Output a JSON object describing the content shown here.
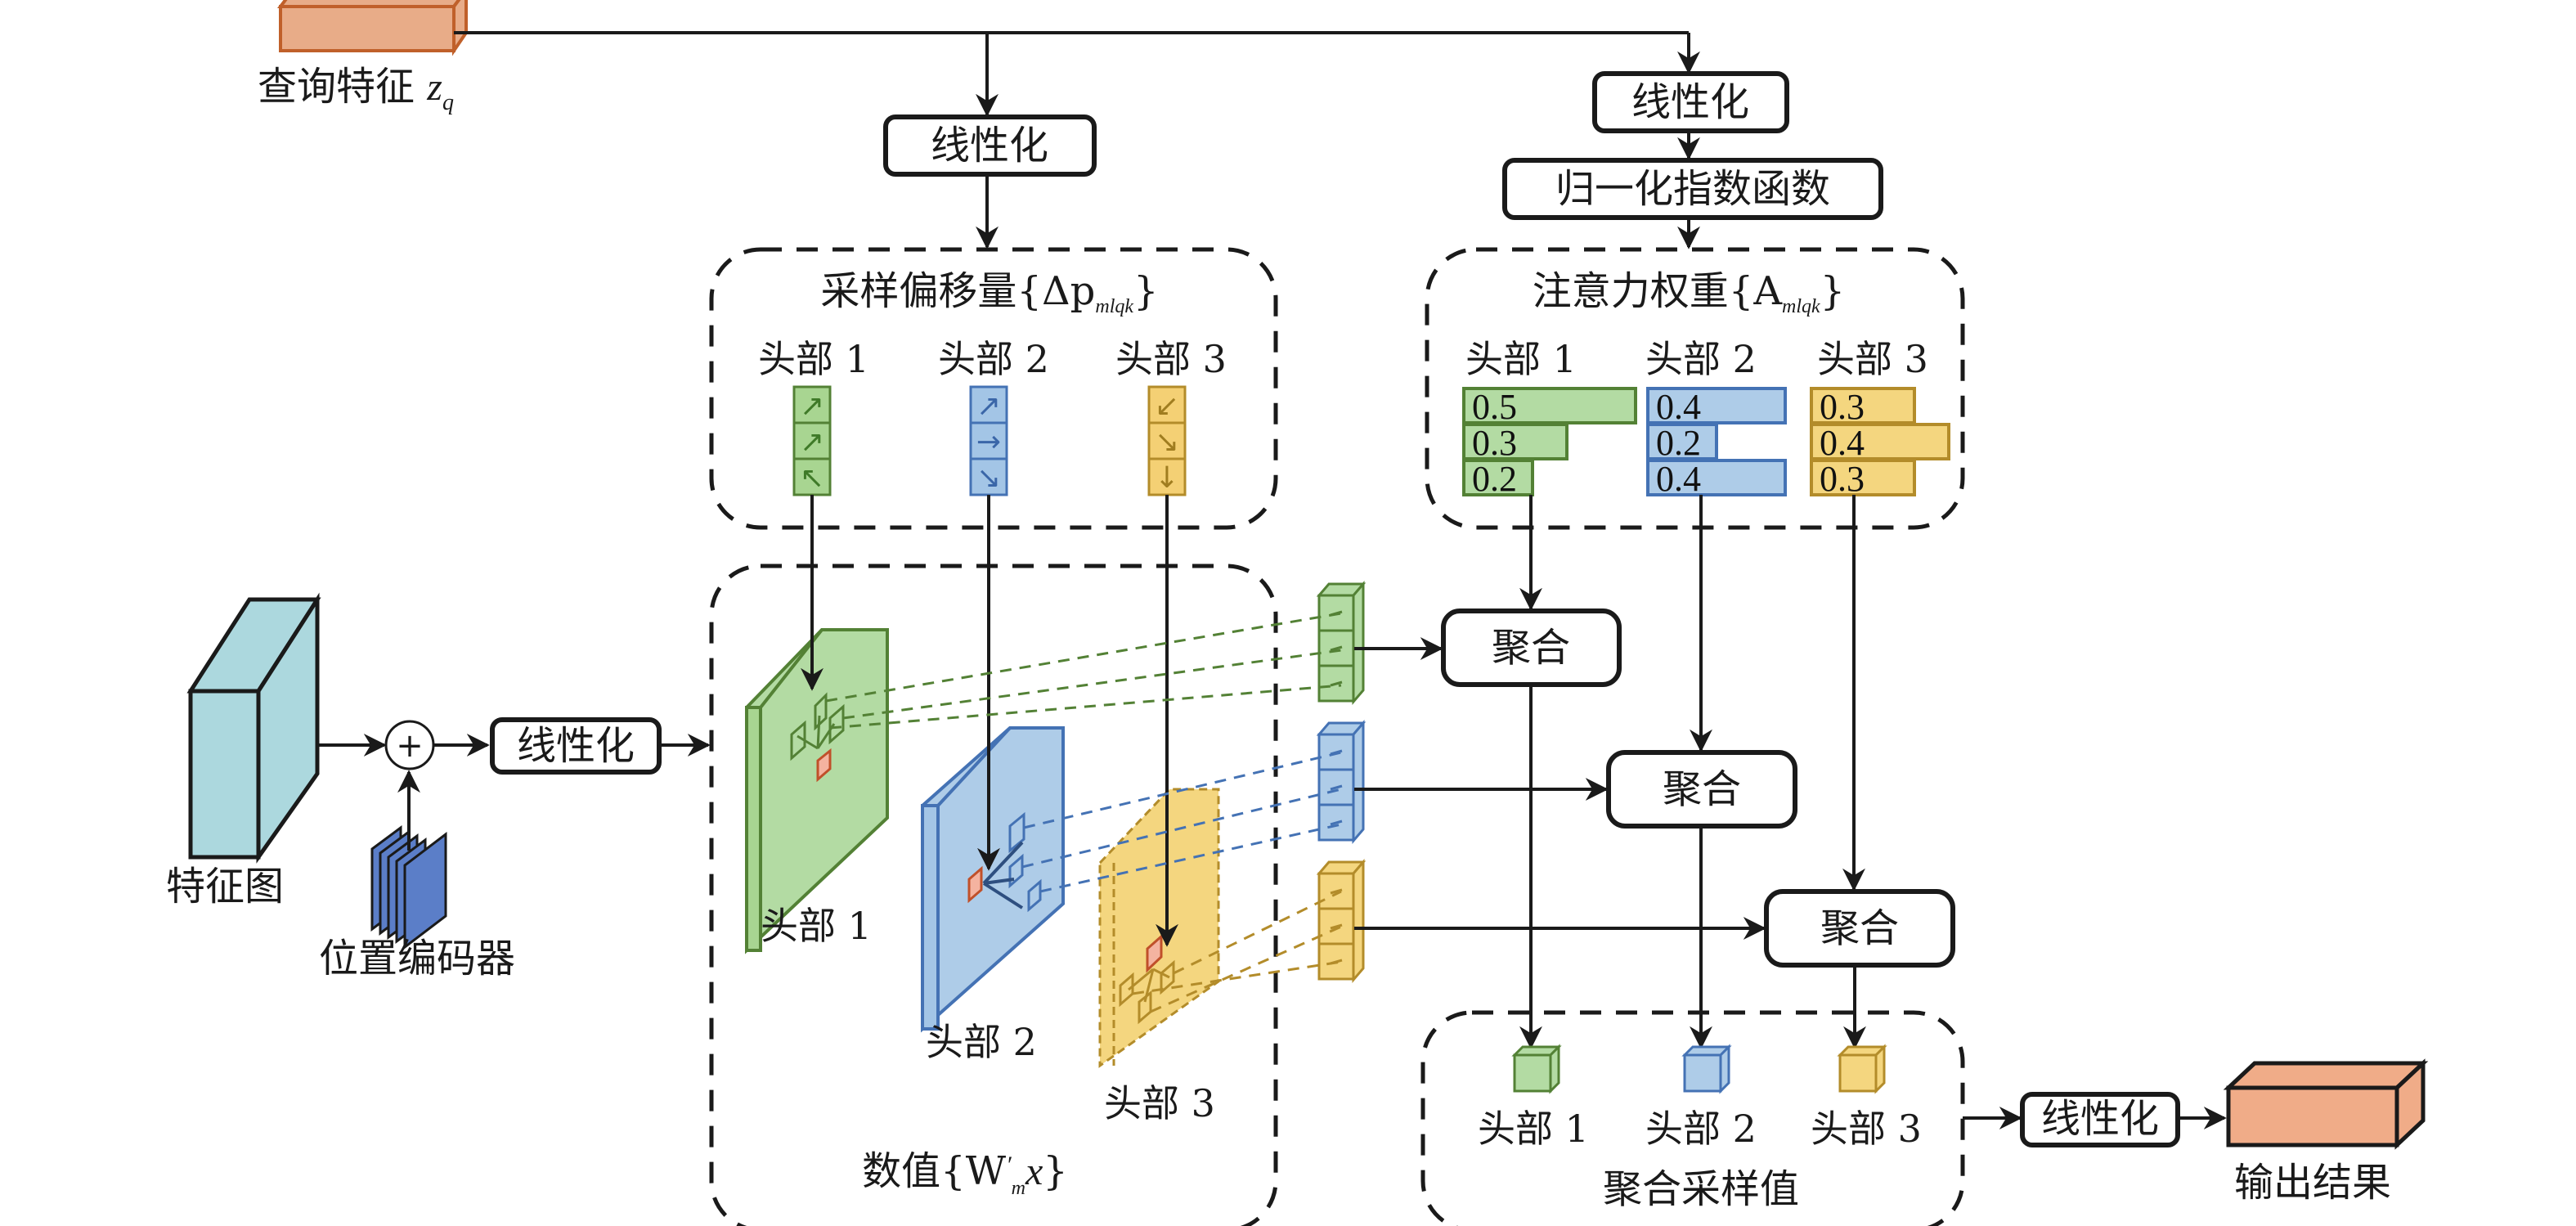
{
  "query": {
    "label": "查询特征 ",
    "symbol": "z",
    "subscript": "q"
  },
  "linear_label": "线性化",
  "softmax_label": "归一化指数函数",
  "offsets": {
    "title": "采样偏移量{Δp",
    "title_sub": "mlqk",
    "title_close": "}",
    "heads": [
      {
        "label": "头部 1",
        "arrows": [
          "↗",
          "↗",
          "↖"
        ]
      },
      {
        "label": "头部 2",
        "arrows": [
          "↗",
          "→",
          "↘"
        ]
      },
      {
        "label": "头部 3",
        "arrows": [
          "↙",
          "↘",
          "↓"
        ]
      }
    ]
  },
  "attention": {
    "title": "注意力权重{A",
    "title_sub": "mlqk",
    "title_close": "}",
    "heads": [
      {
        "label": "头部 1",
        "weights": [
          "0.5",
          "0.3",
          "0.2"
        ]
      },
      {
        "label": "头部 2",
        "weights": [
          "0.4",
          "0.2",
          "0.4"
        ]
      },
      {
        "label": "头部 3",
        "weights": [
          "0.3",
          "0.4",
          "0.3"
        ]
      }
    ]
  },
  "feature_map_label": "特征图",
  "position_encoder_label": "位置编码器",
  "plus_symbol": "+",
  "values": {
    "title": "数值{W",
    "title_prime": "′",
    "title_sub": "m",
    "title_x": "x",
    "title_close": "}",
    "heads": [
      "头部 1",
      "头部 2",
      "头部 3"
    ]
  },
  "aggregate_label": "聚合",
  "aggregated": {
    "title": "聚合采样值",
    "heads": [
      "头部 1",
      "头部 2",
      "头部 3"
    ]
  },
  "output_label": "输出结果",
  "colors": {
    "head1_fill": "#b3dba3",
    "head1_stroke": "#538135",
    "head2_fill": "#aecce8",
    "head2_stroke": "#4472b4",
    "head3_fill": "#f4d67f",
    "head3_stroke": "#b38c2a",
    "query_fill": "#e8ac88",
    "query_stroke": "#c0602a",
    "output_fill": "#f0ac88",
    "feature_fill": "#acd8de",
    "posenc_fill": "#5b7ec8",
    "ref_point_fill": "#f4b3a0",
    "ref_point_stroke": "#c0502a"
  }
}
